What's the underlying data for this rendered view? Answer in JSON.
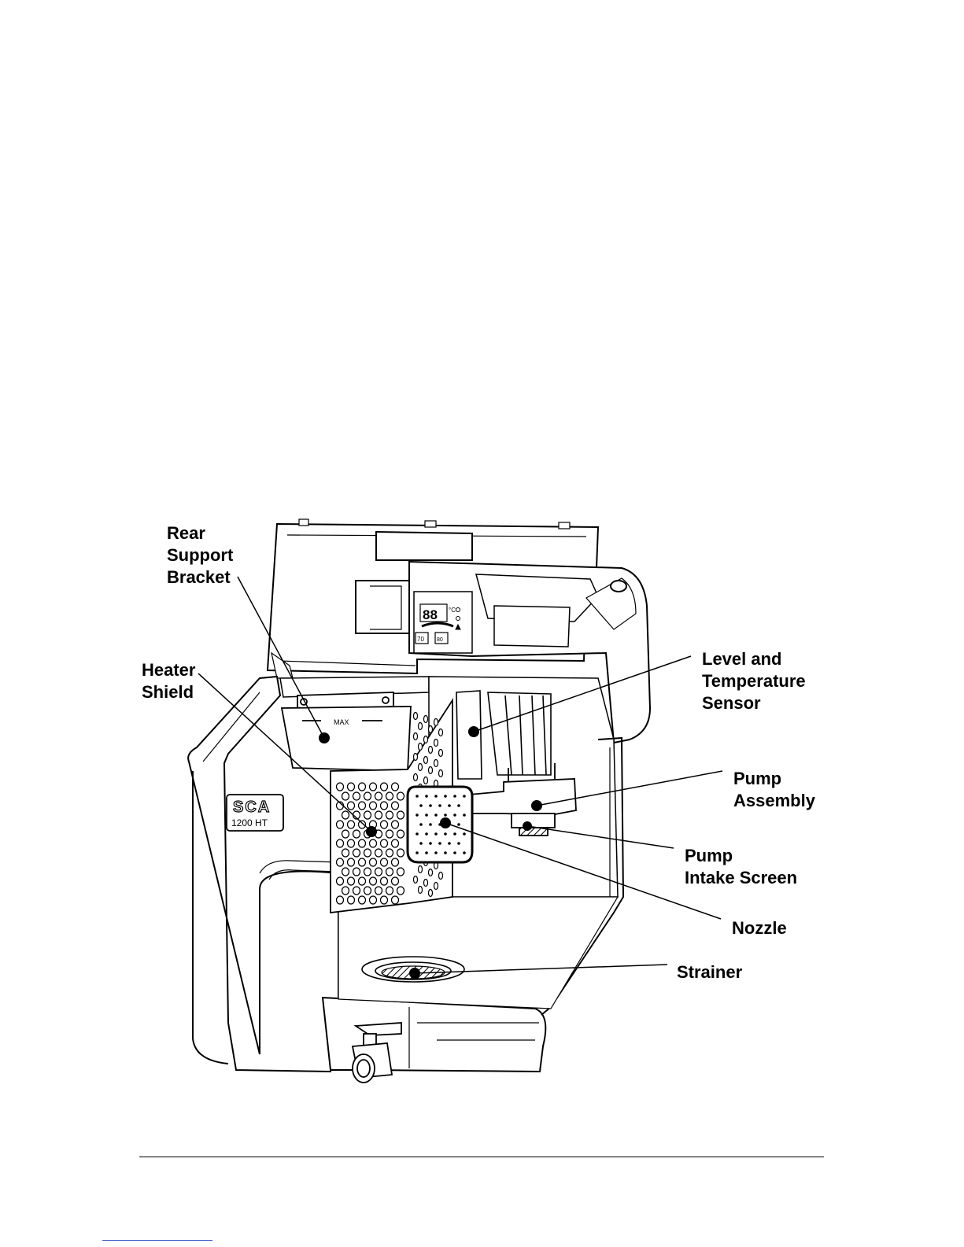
{
  "device": {
    "model_badge_top": "SCA",
    "model_badge_bottom": "1200 HT",
    "fill_mark": "MAX",
    "display_digits": "88",
    "display_unit": "°C",
    "button_left": "70",
    "button_right": "80"
  },
  "callouts": [
    {
      "id": "rear-support-bracket",
      "lines": [
        "Rear",
        "Support",
        "Bracket"
      ]
    },
    {
      "id": "heater-shield",
      "lines": [
        "Heater",
        "Shield"
      ]
    },
    {
      "id": "level-and-temperature-sensor",
      "lines": [
        "Level and",
        "Temperature",
        "Sensor"
      ]
    },
    {
      "id": "pump-assembly",
      "lines": [
        "Pump",
        "Assembly"
      ]
    },
    {
      "id": "pump-intake-screen",
      "lines": [
        "Pump",
        "Intake Screen"
      ]
    },
    {
      "id": "nozzle",
      "lines": [
        "Nozzle"
      ]
    },
    {
      "id": "strainer",
      "lines": [
        "Strainer"
      ]
    }
  ]
}
